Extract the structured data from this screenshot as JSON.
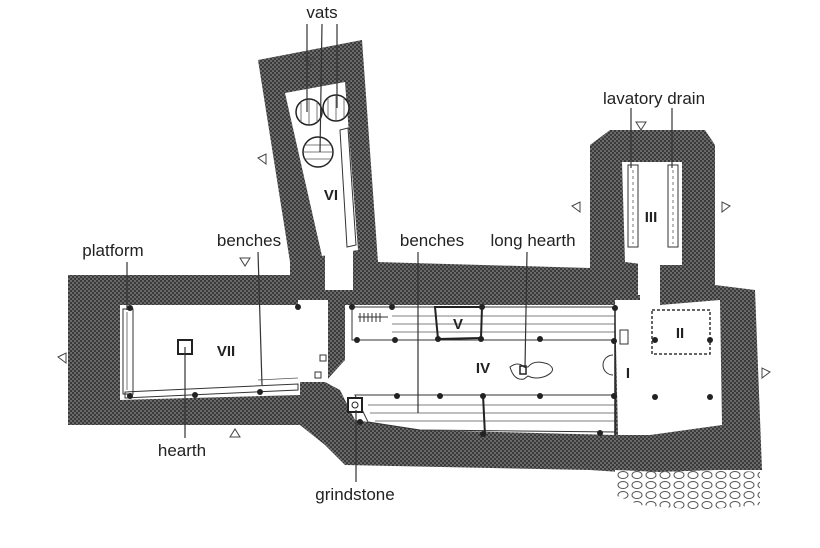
{
  "labels": {
    "vats": "vats",
    "lavatory_drain": "lavatory drain",
    "platform": "platform",
    "benches_left": "benches",
    "benches_center": "benches",
    "long_hearth": "long hearth",
    "hearth": "hearth",
    "grindstone": "grindstone"
  },
  "rooms": {
    "r1": "I",
    "r2": "II",
    "r3": "III",
    "r4": "IV",
    "r5": "V",
    "r6": "VI",
    "r7": "VII"
  },
  "colors": {
    "wall": "#5a5a5a",
    "ink": "#222222"
  }
}
